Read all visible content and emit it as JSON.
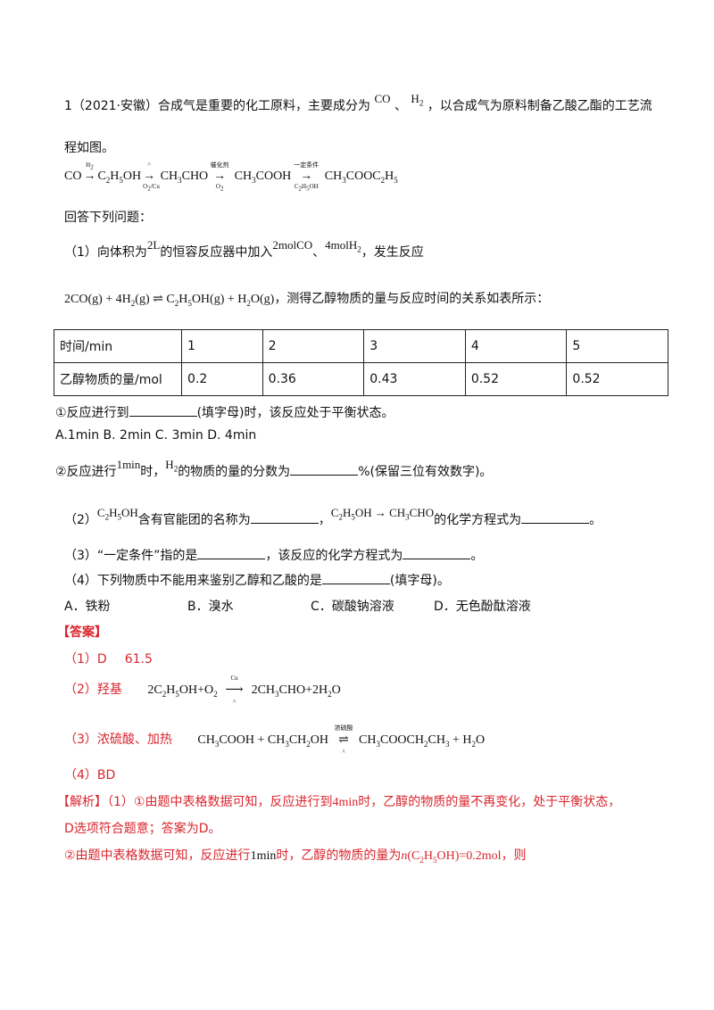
{
  "q_intro_a": "1（2021·安徽）合成气是重要的化工原料，主要成分为",
  "q_co": "CO",
  "q_sep": "、",
  "q_h2": "H",
  "q_intro_b": "，以合成气为原料制备乙酸乙酯的工艺流",
  "q_intro_c": "程如图。",
  "flow": {
    "s1": "CO",
    "a1_top": "H",
    "s2": "C",
    "s2b": "H",
    "s2c": "OH",
    "a2_top": "^",
    "a2_bot": "O",
    "a2_bot_b": "/Cu",
    "s3": "CH",
    "s3b": "CHO",
    "a3_top": "催化剂",
    "a3_bot": "O",
    "s4": "CH",
    "s4b": "COOH",
    "a4_top": "一定条件",
    "a4_bot": "C",
    "a4_bot_b": "H",
    "a4_bot_c": "OH",
    "s5": "CH",
    "s5b": "COOC",
    "s5c": "H"
  },
  "answer_prompt": "回答下列问题：",
  "p1_a": "（1）向体积为",
  "p1_2l": "2L",
  "p1_b": "的恒容反应器中加入",
  "p1_co": "2molCO",
  "p1_sep": "、",
  "p1_h2": "4molH",
  "p1_c": "，发生反应",
  "eq1": "2CO(g) + 4H",
  "eq1b": "(g) ⇌ C",
  "eq1c": "H",
  "eq1d": "OH(g) + H",
  "eq1e": "O(g)",
  "eq1_text": "，测得乙醇物质的量与反应时间的关系如表所示：",
  "table": {
    "row1": [
      "时间/min",
      "1",
      "2",
      "3",
      "4",
      "5"
    ],
    "row2": [
      "乙醇物质的量/mol",
      "0.2",
      "0.36",
      "0.43",
      "0.52",
      "0.52"
    ]
  },
  "sub1_a": "①反应进行到",
  "sub1_b": "(填字母)时，该反应处于平衡状态。",
  "opts1": "A.1min B. 2min C. 3min D. 4min",
  "sub2_a": "②反应进行",
  "sub2_1min": "1min",
  "sub2_b": "时，",
  "sub2_h2": "H",
  "sub2_c": "的物质的量的分数为",
  "sub2_d": "%(保留三位有效数字)。",
  "p2_a": "（2）",
  "p2_f1": "C",
  "p2_f1b": "H",
  "p2_f1c": "OH",
  "p2_b": "含有官能团的名称为",
  "p2_c": "，",
  "p2_f2": "C",
  "p2_f2b": "H",
  "p2_f2c": "OH → CH",
  "p2_f2d": "CHO",
  "p2_d": "的化学方程式为",
  "p2_e": "。",
  "p3_a": "（3）“一定条件”指的是",
  "p3_b": "，该反应的化学方程式为",
  "p3_c": "。",
  "p4_a": "（4）下列物质中不能用来鉴别乙醇和乙酸的是",
  "p4_b": "(填字母)。",
  "opts4": [
    "A．铁粉",
    "B．溴水",
    "C．碳酸钠溶液",
    "D．无色酚酞溶液"
  ],
  "ans_title": "【答案】",
  "ans1_a": "（1）D",
  "ans1_b": "61.5",
  "ans2_a": "（2）羟基",
  "ans2_eq": "2C",
  "ans2_eq_b": "H",
  "ans2_eq_c": "OH+O",
  "ans2_arrow_top": "Cu",
  "ans2_arrow_bot": "^",
  "ans2_eq_d": "2CH",
  "ans2_eq_e": "CHO+2H",
  "ans2_eq_f": "O",
  "ans3_a": "（3）浓硫酸、加热",
  "ans3_eq": "CH",
  "ans3_eq_b": "COOH + CH",
  "ans3_eq_c": "CH",
  "ans3_eq_d": "OH",
  "ans3_arrow_top": "浓硫酸",
  "ans3_arrow_bot": "^",
  "ans3_eq_e": "CH",
  "ans3_eq_f": "COOCH",
  "ans3_eq_g": "CH",
  "ans3_eq_h": " + H",
  "ans3_eq_i": "O",
  "ans4": "（4）BD",
  "exp1_a": "【解析】（1）①由题中表格数据可知，反应进行到",
  "exp1_4min": "4min",
  "exp1_b": "时，乙醇的物质的量不再变化，处于平衡状态，",
  "exp2": "D选项符合题意；答案为D。",
  "exp3_a": "②由题中表格数据可知，反应进行",
  "exp3_1min": "1min",
  "exp3_b": "时，乙醇的物质的量为",
  "exp3_n": "n",
  "exp3_c": "(C",
  "exp3_d": "H",
  "exp3_e": "OH)=0.2mol，则",
  "sub_2": "2",
  "sub_3": "3",
  "sub_5": "5"
}
